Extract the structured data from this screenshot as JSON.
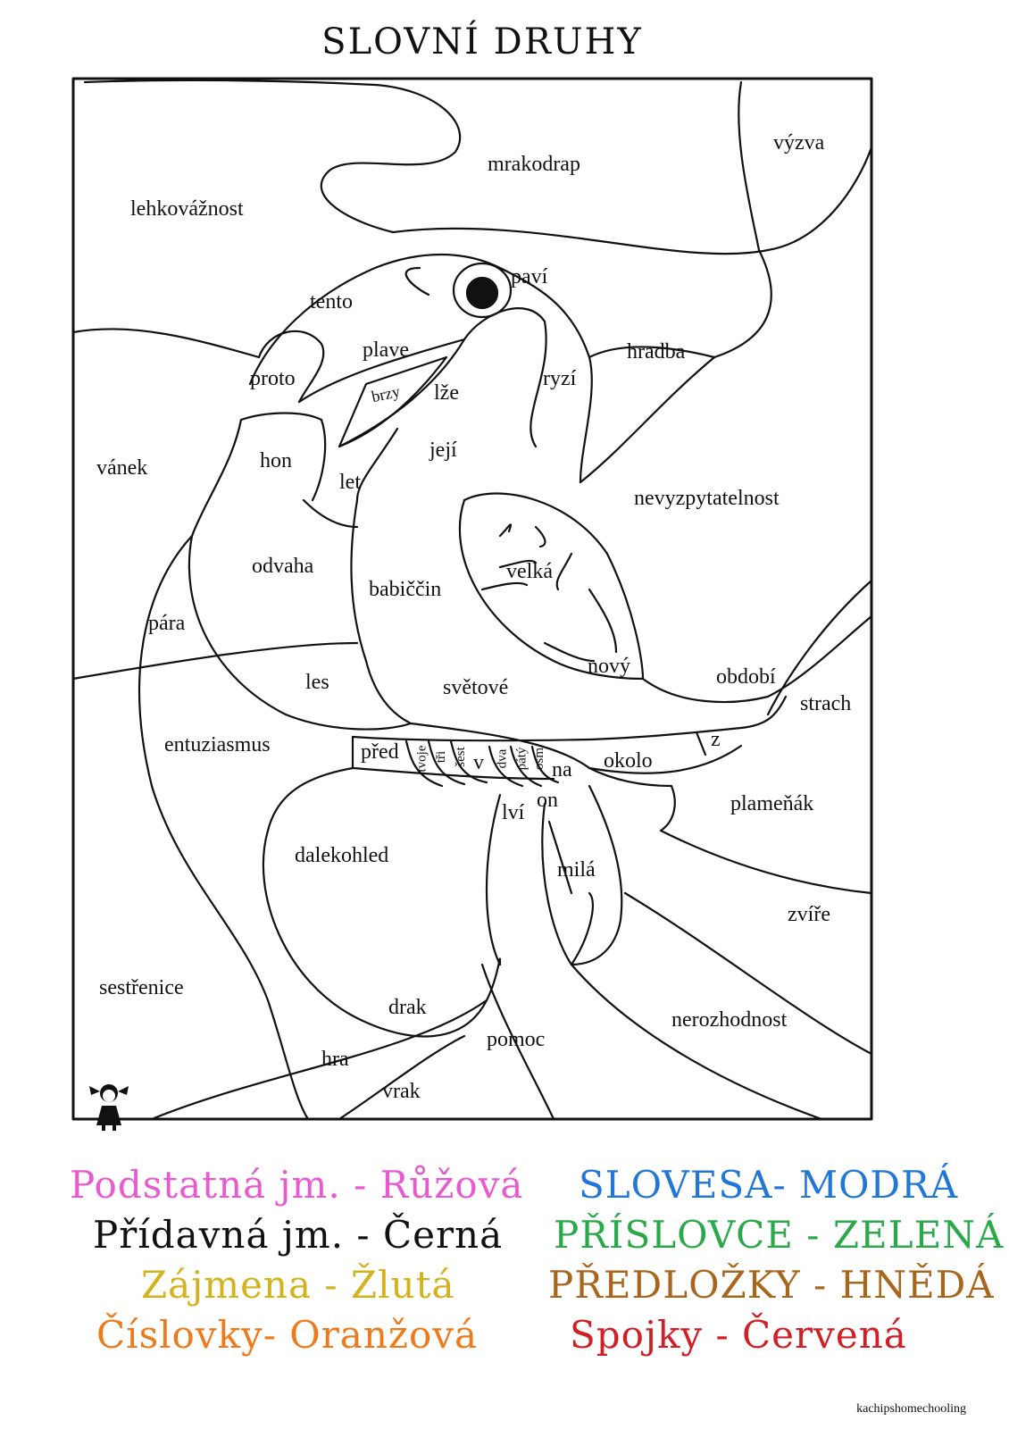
{
  "title": "SLOVNÍ DRUHY",
  "words": {
    "w1": "výzva",
    "w2": "mrakodrap",
    "w3": "lehkovážnost",
    "w4": "paví",
    "w5": "tento",
    "w6": "plave",
    "w7": "proto",
    "w8": "brzy",
    "w9": "lže",
    "w10": "ryzí",
    "w11": "hradba",
    "w12": "vánek",
    "w13": "hon",
    "w14": "let",
    "w15": "její",
    "w16": "nevyzpytatelnost",
    "w17": "odvaha",
    "w18": "babiččin",
    "w19": "velká",
    "w20": "pára",
    "w21": "nový",
    "w22": "období",
    "w23": "les",
    "w24": "světové",
    "w25": "strach",
    "w26": "entuziasmus",
    "w27": "před",
    "w28": "tvoje",
    "w29": "tři",
    "w30": "šest",
    "w31": "v",
    "w32": "dva",
    "w33": "pátý",
    "w34": "osm",
    "w35": "na",
    "w36": "okolo",
    "w37": "z",
    "w38": "on",
    "w39": "lví",
    "w40": "plameňák",
    "w41": "dalekohled",
    "w42": "milá",
    "w43": "zvíře",
    "w44": "sestřenice",
    "w45": "drak",
    "w46": "nerozhodnost",
    "w47": "pomoc",
    "w48": "hra",
    "w49": "vrak"
  },
  "legend": {
    "l1": "Podstatná jm. - Růžová",
    "l2": "Přídavná jm. - Černá",
    "l3": "Zájmena - Žlutá",
    "l4": "Číslovky- Oranžová",
    "l5": "slovesa- modrá",
    "l6": "příslovce - Zelená",
    "l7": "předložky - hnědá",
    "l8": "Spojky - Červená"
  },
  "colors": {
    "pink": "#e85ad0",
    "black": "#111111",
    "yellow": "#d4b21c",
    "orange": "#ef7a1c",
    "blue": "#2277d6",
    "green": "#2aa84a",
    "brown": "#a8661c",
    "red": "#d01f26"
  },
  "credit": "kachipshomechooling"
}
